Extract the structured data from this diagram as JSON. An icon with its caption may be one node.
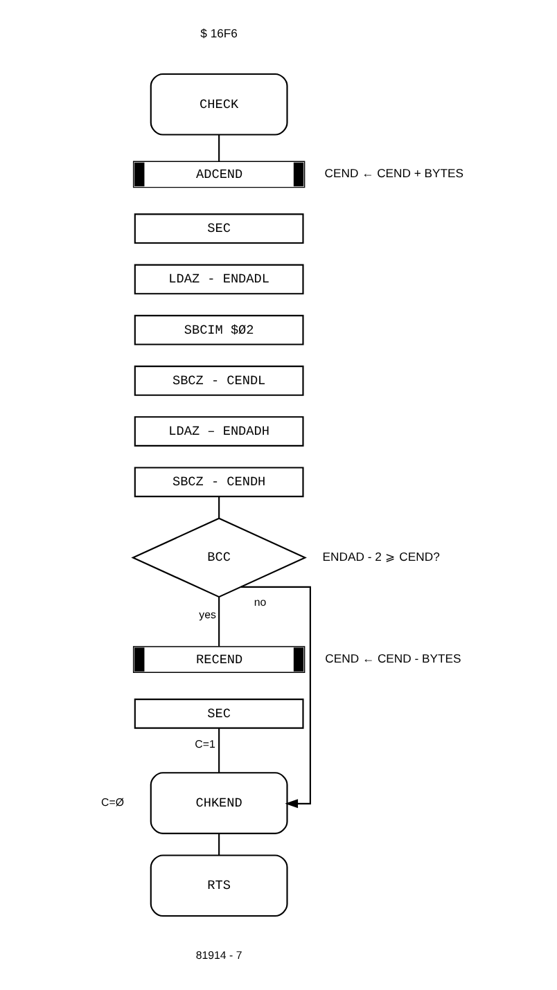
{
  "diagram": {
    "nodes": [
      {
        "text": [
          "CHECK"
        ],
        "beside": [
          "$ 16F6"
        ]
      },
      {
        "text": [
          "ADCEND"
        ],
        "beside": [
          "CEND ← CEND + BYTES"
        ]
      },
      {
        "text": [
          "SEC"
        ]
      },
      {
        "text": [
          "LDAZ - ENDADL"
        ]
      },
      {
        "text": [
          "SBCIM $Ø2"
        ]
      },
      {
        "text": [
          "SBCZ - CENDL"
        ]
      },
      {
        "text": [
          "LDAZ – ENDADH"
        ]
      },
      {
        "text": [
          "SBCZ - CENDH"
        ]
      },
      {
        "text": [
          "BCC"
        ],
        "beside": [
          "ENDAD - 2 ⩾ CEND?"
        ]
      },
      {
        "text": [
          "RECEND"
        ],
        "beside": [
          "CEND ← CEND - BYTES"
        ]
      },
      {
        "text": [
          "SEC"
        ]
      },
      {
        "text": [
          "CHKEND"
        ]
      },
      {
        "text": [
          "RTS"
        ]
      }
    ],
    "edges": [
      {
        "from": 0,
        "to": 1,
        "arrow": "none"
      },
      {
        "from": 7,
        "to": 8,
        "arrow": "none"
      },
      {
        "from": 8,
        "to": 9,
        "label": "yes",
        "arrow": "none"
      },
      {
        "from": 8,
        "to": 11,
        "label": "no",
        "arrow": "to"
      },
      {
        "from": 10,
        "to": 11,
        "label": "C=1",
        "arrow": "none"
      },
      {
        "from": 11,
        "to": 12,
        "arrow": "none"
      }
    ],
    "labels": [
      "C=Ø",
      "81914 - 7"
    ]
  }
}
